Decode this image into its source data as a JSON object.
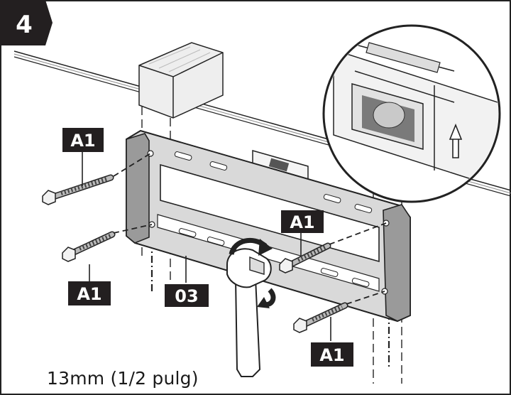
{
  "step": {
    "number": "4"
  },
  "labels": {
    "screw_top_left": "A1",
    "screw_mid_left": "A1",
    "screw_mid_right": "A1",
    "screw_bottom_right": "A1",
    "bracket": "03"
  },
  "caption": "13mm (1/2 pulg)",
  "colors": {
    "label_bg": "#231f20",
    "label_text": "#ffffff",
    "line": "#222222",
    "bracket_fill": "#d9d9d9",
    "bracket_dark": "#9a9a9a"
  }
}
